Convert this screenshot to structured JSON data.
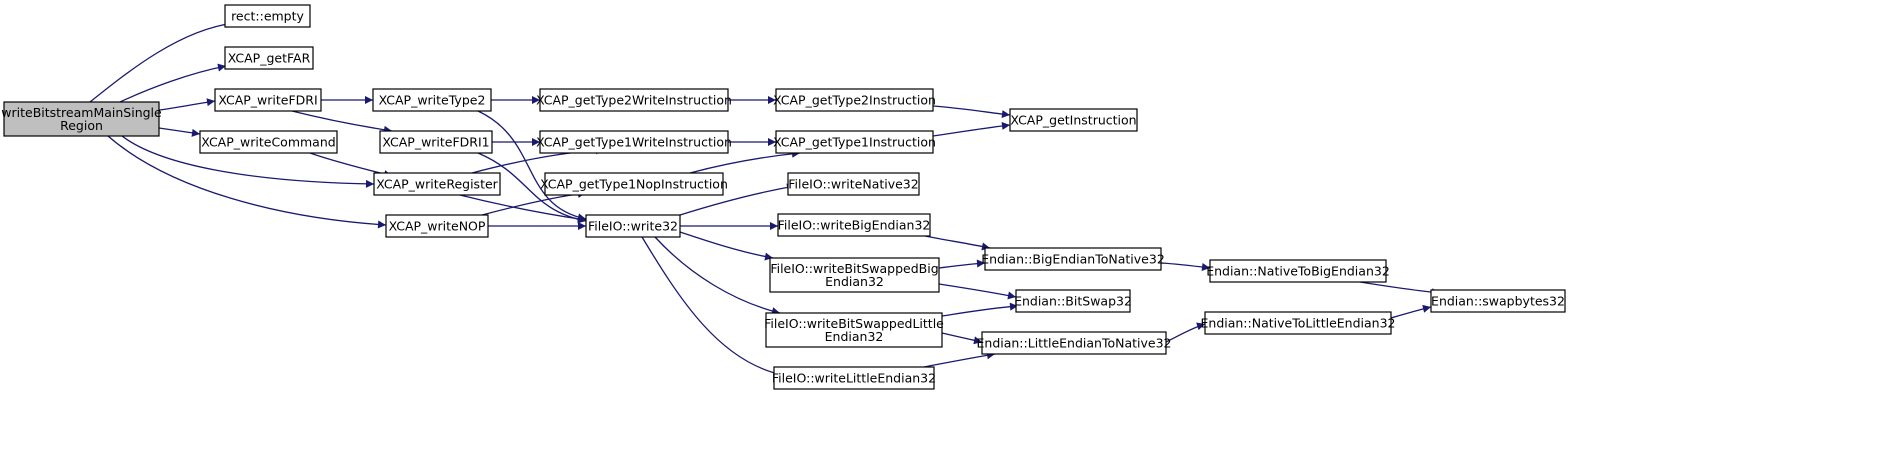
{
  "graph": {
    "type": "call-graph",
    "edge_color": "#191970",
    "root_fill": "#bfbfbf",
    "nodes": [
      {
        "id": "root",
        "lines": [
          "writeBitstreamMainSingle",
          "Region"
        ]
      },
      {
        "id": "n_rect_empty",
        "lines": [
          "rect::empty"
        ]
      },
      {
        "id": "n_getFAR",
        "lines": [
          "XCAP_getFAR"
        ]
      },
      {
        "id": "n_writeFDRI",
        "lines": [
          "XCAP_writeFDRI"
        ]
      },
      {
        "id": "n_writeCommand",
        "lines": [
          "XCAP_writeCommand"
        ]
      },
      {
        "id": "n_writeRegister",
        "lines": [
          "XCAP_writeRegister"
        ]
      },
      {
        "id": "n_writeNOP",
        "lines": [
          "XCAP_writeNOP"
        ]
      },
      {
        "id": "n_writeType2",
        "lines": [
          "XCAP_writeType2"
        ]
      },
      {
        "id": "n_writeFDRI1",
        "lines": [
          "XCAP_writeFDRI1"
        ]
      },
      {
        "id": "n_getType2Write",
        "lines": [
          "XCAP_getType2WriteInstruction"
        ]
      },
      {
        "id": "n_getType1Write",
        "lines": [
          "XCAP_getType1WriteInstruction"
        ]
      },
      {
        "id": "n_getType1Nop",
        "lines": [
          "XCAP_getType1NopInstruction"
        ]
      },
      {
        "id": "n_write32",
        "lines": [
          "FileIO::write32"
        ]
      },
      {
        "id": "n_getType2Instr",
        "lines": [
          "XCAP_getType2Instruction"
        ]
      },
      {
        "id": "n_getType1Instr",
        "lines": [
          "XCAP_getType1Instruction"
        ]
      },
      {
        "id": "n_getInstr",
        "lines": [
          "XCAP_getInstruction"
        ]
      },
      {
        "id": "n_writeNative32",
        "lines": [
          "FileIO::writeNative32"
        ]
      },
      {
        "id": "n_writeBigEndian32",
        "lines": [
          "FileIO::writeBigEndian32"
        ]
      },
      {
        "id": "n_writeBitSwappedBig",
        "lines": [
          "FileIO::writeBitSwappedBig",
          "Endian32"
        ]
      },
      {
        "id": "n_writeBitSwappedLittle",
        "lines": [
          "FileIO::writeBitSwappedLittle",
          "Endian32"
        ]
      },
      {
        "id": "n_writeLittleEndian32",
        "lines": [
          "FileIO::writeLittleEndian32"
        ]
      },
      {
        "id": "n_bigToNative",
        "lines": [
          "Endian::BigEndianToNative32"
        ]
      },
      {
        "id": "n_bitSwap32",
        "lines": [
          "Endian::BitSwap32"
        ]
      },
      {
        "id": "n_littleToNative",
        "lines": [
          "Endian::LittleEndianToNative32"
        ]
      },
      {
        "id": "n_nativeToBig",
        "lines": [
          "Endian::NativeToBigEndian32"
        ]
      },
      {
        "id": "n_nativeToLittle",
        "lines": [
          "Endian::NativeToLittleEndian32"
        ]
      },
      {
        "id": "n_swapbytes",
        "lines": [
          "Endian::swapbytes32"
        ]
      }
    ],
    "edges": [
      [
        "root",
        "n_rect_empty"
      ],
      [
        "root",
        "n_getFAR"
      ],
      [
        "root",
        "n_writeFDRI"
      ],
      [
        "root",
        "n_writeCommand"
      ],
      [
        "root",
        "n_writeRegister"
      ],
      [
        "root",
        "n_writeNOP"
      ],
      [
        "n_writeFDRI",
        "n_writeType2"
      ],
      [
        "n_writeFDRI",
        "n_writeFDRI1"
      ],
      [
        "n_writeType2",
        "n_getType2Write"
      ],
      [
        "n_writeType2",
        "n_write32"
      ],
      [
        "n_writeFDRI1",
        "n_getType1Write"
      ],
      [
        "n_writeFDRI1",
        "n_write32"
      ],
      [
        "n_writeCommand",
        "n_writeRegister"
      ],
      [
        "n_writeRegister",
        "n_getType1Write"
      ],
      [
        "n_writeRegister",
        "n_write32"
      ],
      [
        "n_writeNOP",
        "n_getType1Nop"
      ],
      [
        "n_writeNOP",
        "n_write32"
      ],
      [
        "n_getType2Write",
        "n_getType2Instr"
      ],
      [
        "n_getType1Write",
        "n_getType1Instr"
      ],
      [
        "n_getType1Nop",
        "n_getType1Instr"
      ],
      [
        "n_getType2Instr",
        "n_getInstr"
      ],
      [
        "n_getType1Instr",
        "n_getInstr"
      ],
      [
        "n_write32",
        "n_writeNative32"
      ],
      [
        "n_write32",
        "n_writeBigEndian32"
      ],
      [
        "n_write32",
        "n_writeBitSwappedBig"
      ],
      [
        "n_write32",
        "n_writeBitSwappedLittle"
      ],
      [
        "n_write32",
        "n_writeLittleEndian32"
      ],
      [
        "n_writeBigEndian32",
        "n_bigToNative"
      ],
      [
        "n_writeBitSwappedBig",
        "n_bigToNative"
      ],
      [
        "n_writeBitSwappedBig",
        "n_bitSwap32"
      ],
      [
        "n_writeBitSwappedLittle",
        "n_bitSwap32"
      ],
      [
        "n_writeBitSwappedLittle",
        "n_littleToNative"
      ],
      [
        "n_writeLittleEndian32",
        "n_littleToNative"
      ],
      [
        "n_bigToNative",
        "n_nativeToBig"
      ],
      [
        "n_littleToNative",
        "n_nativeToLittle"
      ],
      [
        "n_nativeToBig",
        "n_swapbytes"
      ],
      [
        "n_nativeToLittle",
        "n_swapbytes"
      ]
    ]
  }
}
